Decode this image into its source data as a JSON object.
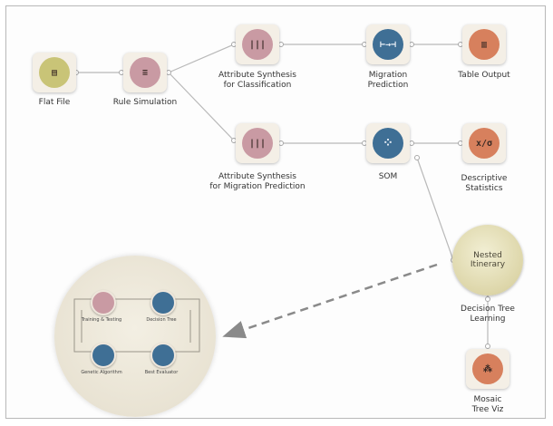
{
  "nodes": {
    "flat_file": {
      "line1": "Flat File",
      "line2": "",
      "color": "#c9c477",
      "glyph": "▤"
    },
    "rule_simulation": {
      "line1": "Rule Simulation",
      "line2": "",
      "color": "#c99aa3",
      "glyph": "≡"
    },
    "attr_synth_class": {
      "line1": "Attribute Synthesis",
      "line2": "for Classification",
      "color": "#c99aa3",
      "glyph": "|||"
    },
    "migration_prediction": {
      "line1": "Migration",
      "line2": "Prediction",
      "color": "#3f6f95",
      "glyph": "⊢→⊣"
    },
    "table_output": {
      "line1": "Table Output",
      "line2": "",
      "color": "#d7805d",
      "glyph": "▥"
    },
    "attr_synth_migr": {
      "line1": "Attribute Synthesis",
      "line2": "for Migration Prediction",
      "color": "#c99aa3",
      "glyph": "|||"
    },
    "som": {
      "line1": "SOM",
      "line2": "",
      "color": "#3f6f95",
      "glyph": "⁘"
    },
    "descriptive_stats": {
      "line1": "Descriptive",
      "line2": "Statistics",
      "color": "#d7805d",
      "glyph": "x/σ"
    },
    "decision_tree_learning": {
      "line1": "Decision Tree",
      "line2": "Learning",
      "color": "#c99aa3",
      "glyph": ""
    },
    "mosaic_tree": {
      "line1": "Mosaic",
      "line2": "Tree Viz",
      "color": "#d7805d",
      "glyph": "⁂"
    }
  },
  "nested": {
    "line1": "Nested",
    "line2": "Itinerary"
  },
  "lens": {
    "training_testing": "Training & Testing",
    "decision_tree": "Decision Tree",
    "genetic_algorithm": "Genetic Algorithm",
    "best_evaluator": "Best Evaluator"
  },
  "colors": {
    "link": "#b9b9b9",
    "dashed": "#8a8a8a",
    "pink": "#c99aa3",
    "blue": "#3f6f95",
    "orange": "#d7805d",
    "olive": "#c9c477"
  }
}
